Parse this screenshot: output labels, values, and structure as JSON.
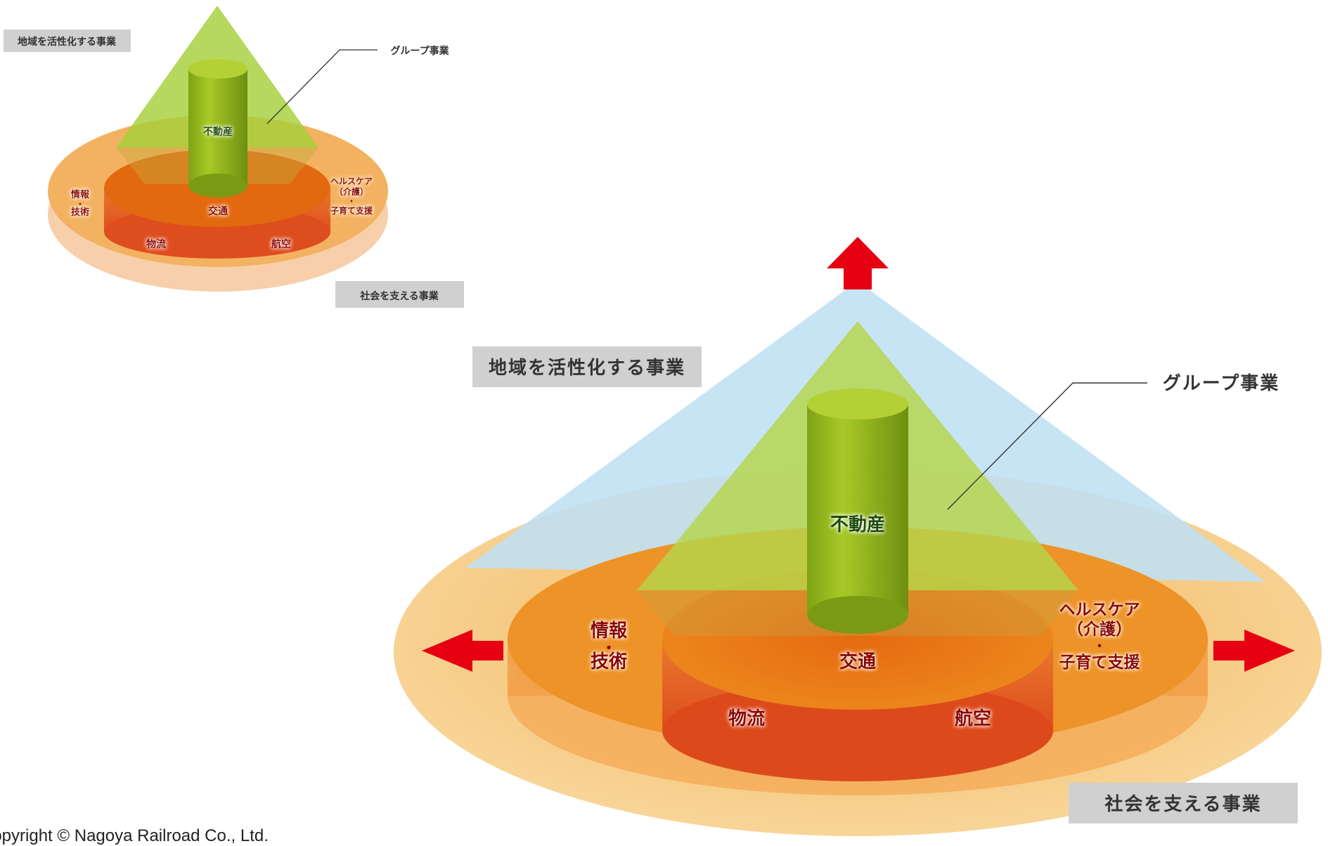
{
  "colors": {
    "background": "#ffffff",
    "label_box": "#d0d0d0",
    "inner_text": "#8b0000",
    "realestate_text": "#1f4e0f",
    "arrow": "#e60012",
    "cone_blue": "#bfe0f4",
    "cone_green": "#b5d64a",
    "disc_outer": "#f5c77a",
    "disc_middle": "#ef9a2e",
    "disc_inner": "#e35a1a"
  },
  "labels": {
    "regional": "地域を活性化する事業",
    "group": "グループ事業",
    "society": "社会を支える事業",
    "realestate": "不動産",
    "transport": "交通",
    "it_line1": "情報",
    "it_dot": "・",
    "it_line2": "技術",
    "health_line1": "ヘルスケア",
    "health_line2": "（介護）",
    "health_dot": "・",
    "health_line3": "子育て支援",
    "logistics": "物流",
    "aviation": "航空"
  },
  "footer": {
    "copyright": "Copyright © Nagoya Railroad Co., Ltd."
  }
}
